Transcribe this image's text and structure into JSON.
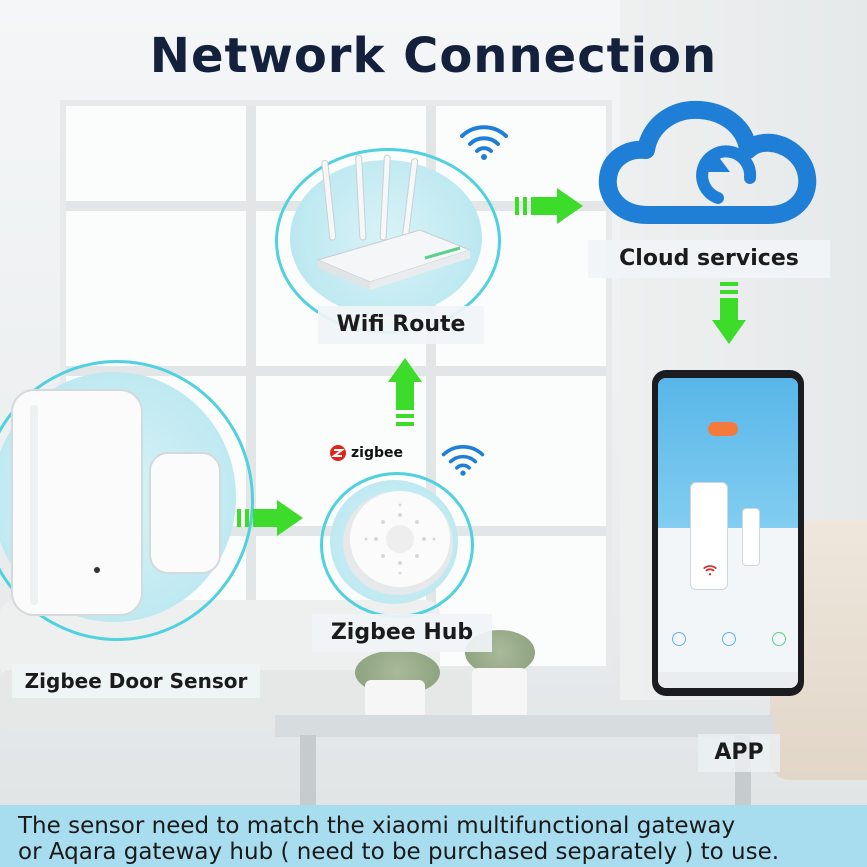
{
  "title": "Network Connection",
  "nodes": {
    "router": {
      "label": "Wifi Route"
    },
    "cloud": {
      "label": "Cloud services"
    },
    "hub": {
      "label": "Zigbee Hub",
      "brand": "zigbee"
    },
    "sensor": {
      "label": "Zigbee Door Sensor"
    },
    "app": {
      "label": "APP"
    }
  },
  "footer": {
    "line1": "The sensor need to match the xiaomi multifunctional gateway",
    "line2": "or Aqara gateway hub ( need to be purchased separately ) to use."
  },
  "colors": {
    "title": "#14213d",
    "arrow": "#3ddc2b",
    "ring": "#4fd1e0",
    "cloud": "#1f7fd6",
    "wifi": "#1f7fd6",
    "footer_bg": "#a8dcef"
  },
  "icons": [
    "wifi-icon",
    "cloud-sync-icon",
    "router-icon",
    "zigbee-logo-icon",
    "arrow-right-icon",
    "arrow-up-icon",
    "arrow-down-icon"
  ]
}
